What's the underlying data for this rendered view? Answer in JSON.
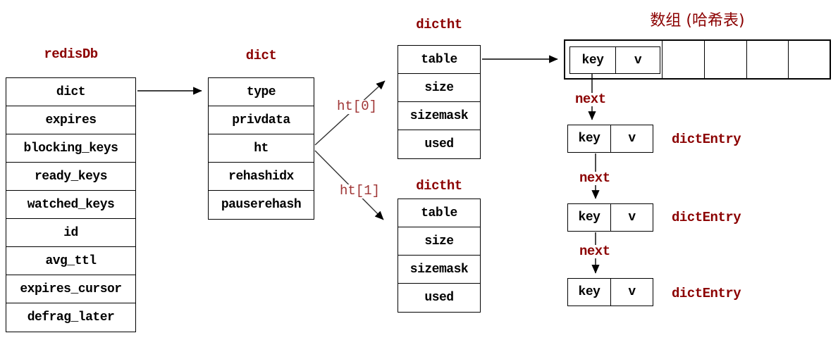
{
  "diagram": {
    "structs": {
      "redisdb": {
        "title": "redisDb",
        "rows": [
          "dict",
          "expires",
          "blocking_keys",
          "ready_keys",
          "watched_keys",
          "id",
          "avg_ttl",
          "expires_cursor",
          "defrag_later"
        ]
      },
      "dict": {
        "title": "dict",
        "rows": [
          "type",
          "privdata",
          "ht",
          "rehashidx",
          "pauserehash"
        ]
      },
      "dictht0": {
        "title": "dictht",
        "rows": [
          "table",
          "size",
          "sizemask",
          "used"
        ]
      },
      "dictht1": {
        "title": "dictht",
        "rows": [
          "table",
          "size",
          "sizemask",
          "used"
        ]
      }
    },
    "hash_array": {
      "title": "数组 (哈希表)",
      "first_entry": {
        "key": "key",
        "value": "v"
      },
      "empty_cell_count": 4
    },
    "pointers": {
      "ht0": "ht[0]",
      "ht1": "ht[1]"
    },
    "entries": [
      {
        "next": "next",
        "key": "key",
        "value": "v",
        "label": "dictEntry"
      },
      {
        "next": "next",
        "key": "key",
        "value": "v",
        "label": "dictEntry"
      },
      {
        "next": "next",
        "key": "key",
        "value": "v",
        "label": "dictEntry"
      }
    ],
    "colors": {
      "label": "#8b0000",
      "pointer_label": "#a03636",
      "border": "#000000",
      "background": "#ffffff"
    }
  }
}
